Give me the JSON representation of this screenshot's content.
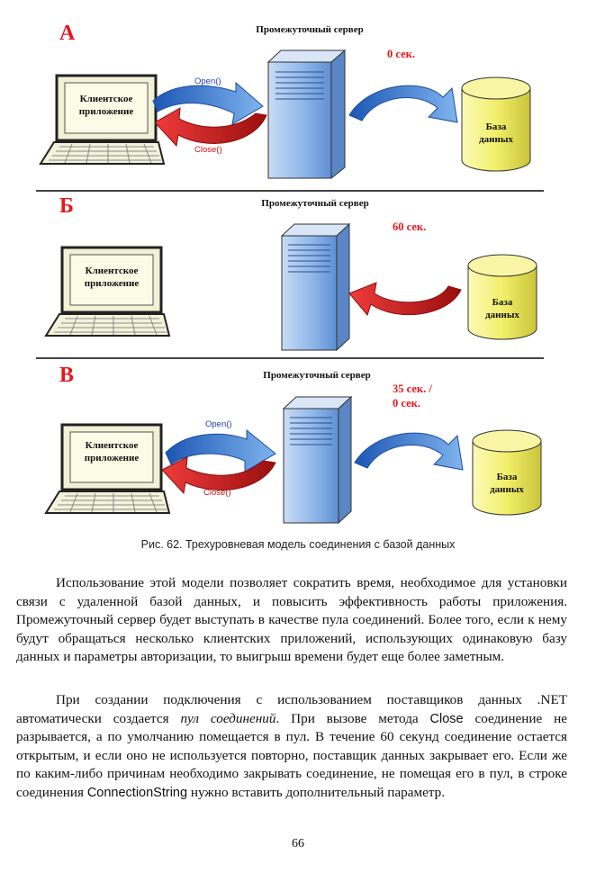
{
  "figure": {
    "panels": [
      {
        "letter": "А",
        "server_label": "Промежуточный сервер",
        "client_label": "Клиентское приложение",
        "db_label": "База данных",
        "timing": "0 сек.",
        "open_label": "Open()",
        "close_label": "Close()"
      },
      {
        "letter": "Б",
        "server_label": "Промежуточный сервер",
        "client_label": "Клиентское приложение",
        "db_label": "База данных",
        "timing": "60 сек."
      },
      {
        "letter": "В",
        "server_label": "Промежуточный сервер",
        "client_label": "Клиентское приложение",
        "db_label": "База данных",
        "timing_line1": "35 сек. /",
        "timing_line2": "0 сек.",
        "open_label": "Open()",
        "close_label": "Close()"
      }
    ],
    "colors": {
      "letter": "#e8161b",
      "open_arrow": "#3a7fd5",
      "close_arrow": "#d41c1c",
      "database": "#f2ef6a",
      "server": "#8fb7ea"
    }
  },
  "caption": "Рис. 62.  Трехуровневая модель соединения с базой данных",
  "paragraphs": {
    "p1": "Использование этой модели позволяет сократить время, необходимое для установки связи с удаленной базой данных, и повысить эффективность работы приложения. Промежуточный сервер будет выступать в качестве пула соединений. Более того, если к нему будут обращаться несколько клиентских приложений, использующих одинаковую базу данных и параметры авторизации, то выигрыш времени будет еще более заметным.",
    "p2": {
      "part1": "При создании подключения с использованием поставщиков данных .NET автоматически создается ",
      "italic": "пул соединений",
      "part2": ". При вызове метода ",
      "code1": "Close",
      "part3": " соединение не разрывается, а по умолчанию помещается в пул. В течение 60 секунд соединение остается открытым, и если оно не используется повторно, поставщик данных закрывает его. Если же по каким-либо причинам необходимо закрывать соединение, не помещая его в пул, в строке соединения ",
      "code2": "ConnectionString",
      "part4": " нужно вставить дополнительный параметр."
    }
  },
  "page_number": "66"
}
